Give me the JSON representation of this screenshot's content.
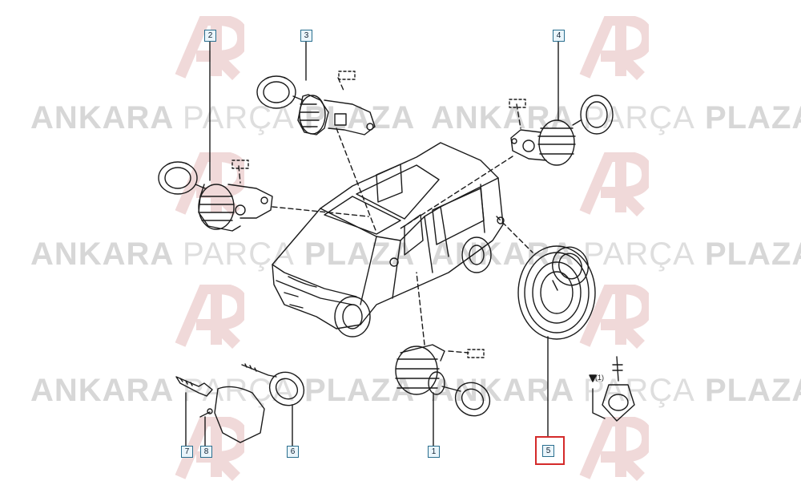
{
  "watermark": {
    "word1": "ANKARA",
    "word2": "PARÇA",
    "word3": "PLAZA",
    "logo_icon": "ap-logo-icon"
  },
  "callouts": [
    "1",
    "2",
    "3",
    "4",
    "5",
    "7",
    "8",
    "6"
  ],
  "selected_callout": "5",
  "key_note": "(1)",
  "colors": {
    "line": "#1a1a1a",
    "callout_border": "#2a6f8f",
    "callout_fill": "#eaf5fb",
    "selection": "#d42a2a",
    "watermark": "#d7d7d7"
  }
}
